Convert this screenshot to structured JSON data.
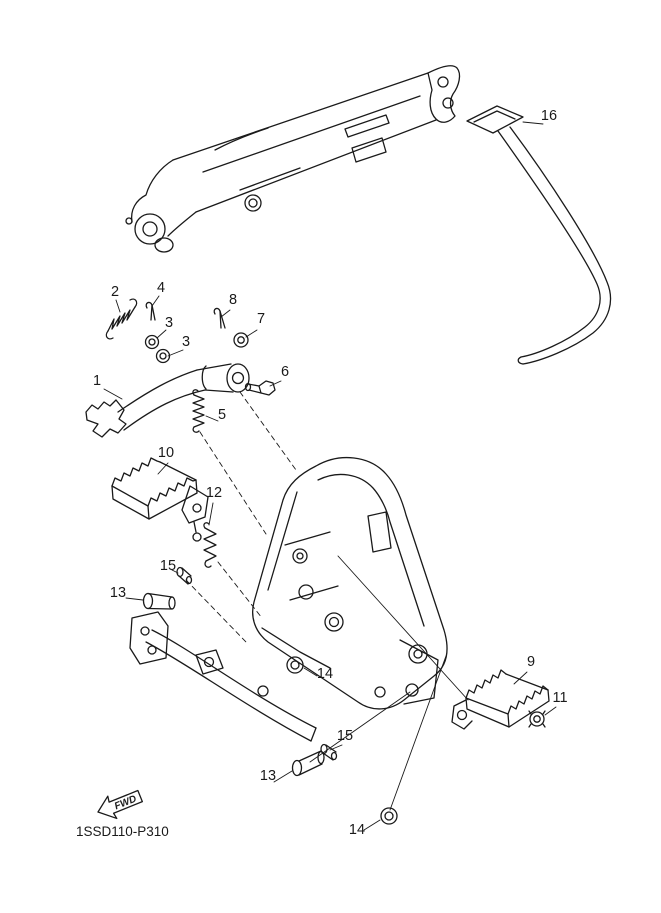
{
  "diagram": {
    "code": "1SSD110-P310",
    "fwd_label": "FWD",
    "colors": {
      "line": "#1a1a1a",
      "background": "#ffffff"
    },
    "callouts": [
      {
        "label": "16"
      },
      {
        "label": "2"
      },
      {
        "label": "4"
      },
      {
        "label": "8"
      },
      {
        "label": "3"
      },
      {
        "label": "3"
      },
      {
        "label": "7"
      },
      {
        "label": "1"
      },
      {
        "label": "6"
      },
      {
        "label": "5"
      },
      {
        "label": "10"
      },
      {
        "label": "12"
      },
      {
        "label": "15"
      },
      {
        "label": "13"
      },
      {
        "label": "14"
      },
      {
        "label": "9"
      },
      {
        "label": "11"
      },
      {
        "label": "15"
      },
      {
        "label": "13"
      },
      {
        "label": "14"
      }
    ]
  }
}
